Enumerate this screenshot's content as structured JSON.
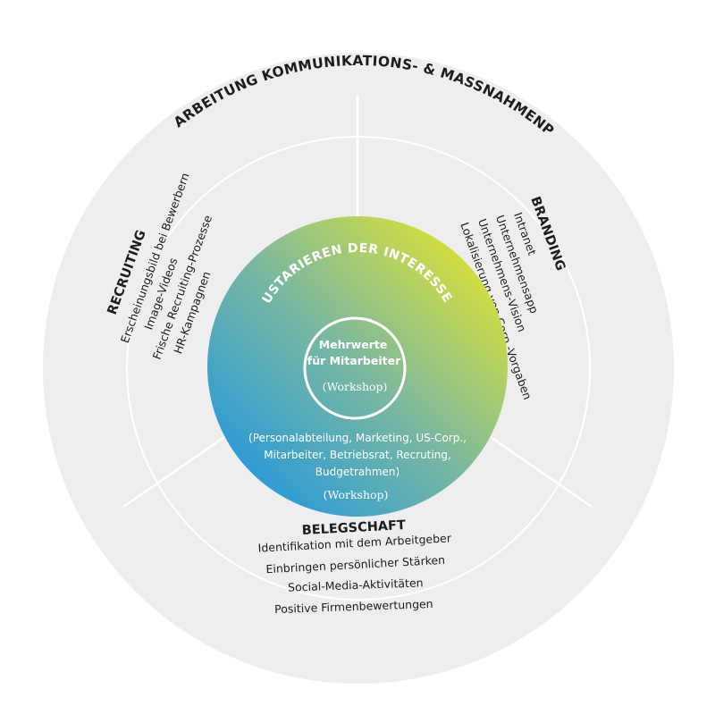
{
  "outer_ring": {
    "title": "AUSARBEITUNG KOMMUNIKATIONS- & MASSNAHMENPLAN",
    "color": "#eeeeee"
  },
  "sections": {
    "recruiting": {
      "title": "RECRUITING",
      "items": [
        "Erscheinungsbild bei Bewerbern",
        "Image-Videos",
        "Frische Recruiting-Prozesse",
        "HR-Kampagnen"
      ]
    },
    "branding": {
      "title": "BRANDING",
      "items": [
        "Intranet",
        "Unternehmensapp",
        "Unternehmens-Vision",
        "Lokalisierung von Corp.-Vorgaben"
      ]
    },
    "belegschaft": {
      "title": "BELEGSCHAFT",
      "items": [
        "Identifikation mit dem Arbeitgeber",
        "Einbringen persönlicher Stärken",
        "Social-Media-Aktivitäten",
        "Positive Firmenbewertungen"
      ]
    }
  },
  "middle_circle": {
    "title": "AUSTARIEREN DER INTERESSEN",
    "lines": [
      "(Personalabteilung, Marketing, US-Corp.,",
      "Mitarbeiter, Betriebsrat, Recruting,",
      "Budgetrahmen)"
    ],
    "subtitle": "(Workshop)",
    "gradient_start": "#2a9ad8",
    "gradient_end": "#d7e03a"
  },
  "core_circle": {
    "line1": "Mehrwerte",
    "line2": "für Mitarbeiter",
    "subtitle": "(Workshop)"
  }
}
